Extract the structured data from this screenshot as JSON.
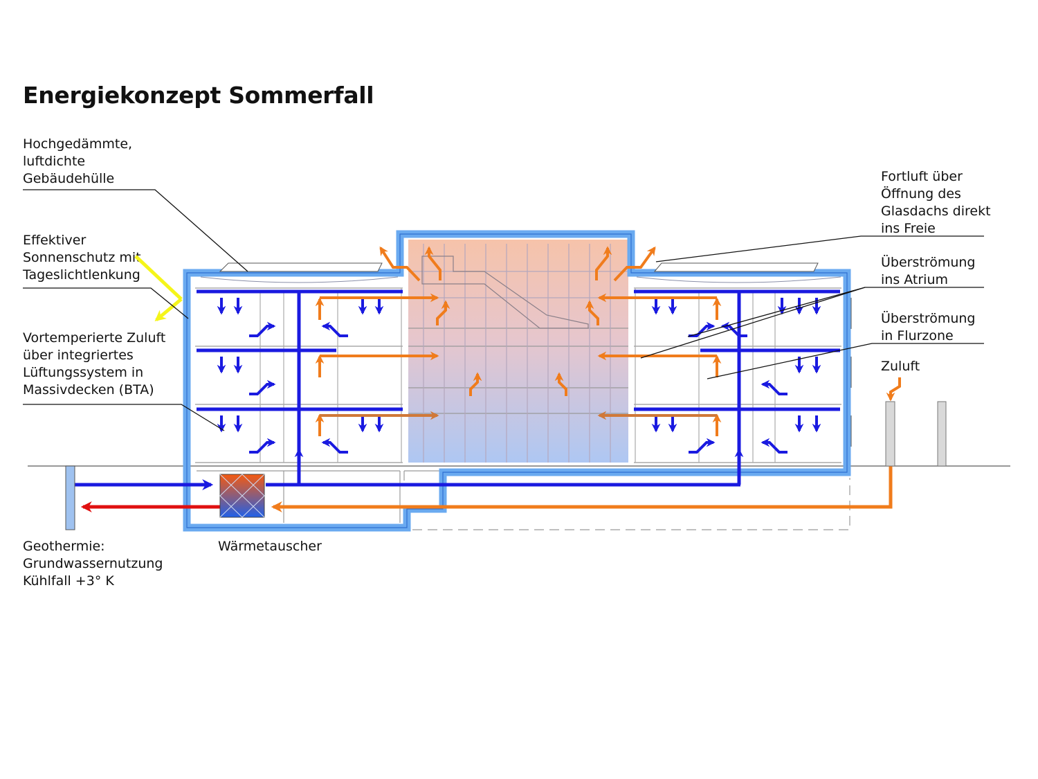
{
  "title": "Energiekonzept Sommerfall",
  "labels": {
    "hull": "Hochgedämmte,\nluftdichte\nGebäudehülle",
    "sunshade": "Effektiver\nSonnenschutz mit\nTageslichtlenkung",
    "supply_air": "Vortemperierte Zuluft\nüber integriertes\nLüftungssystem in\nMassivdecken (BTA)",
    "geothermal": "Geothermie:\nGrundwassernutzung\nKühlfall +3° K",
    "heat_exchanger": "Wärmetauscher",
    "exhaust": "Fortluft über\nÖffnung des\nGlasdachs direkt\nins Freie",
    "overflow_atrium": "Überströmung\nins Atrium",
    "overflow_corridor": "Überströmung\nin Flurzone",
    "intake": "Zuluft"
  },
  "colors": {
    "cool_air": "#1a1ae0",
    "warm_air": "#f07c1c",
    "hot_return": "#e01010",
    "envelope": "#6aaaf0",
    "sun": "#f5f51a",
    "atrium_top": "#f6c3aa",
    "atrium_bottom": "#aec7f3"
  }
}
